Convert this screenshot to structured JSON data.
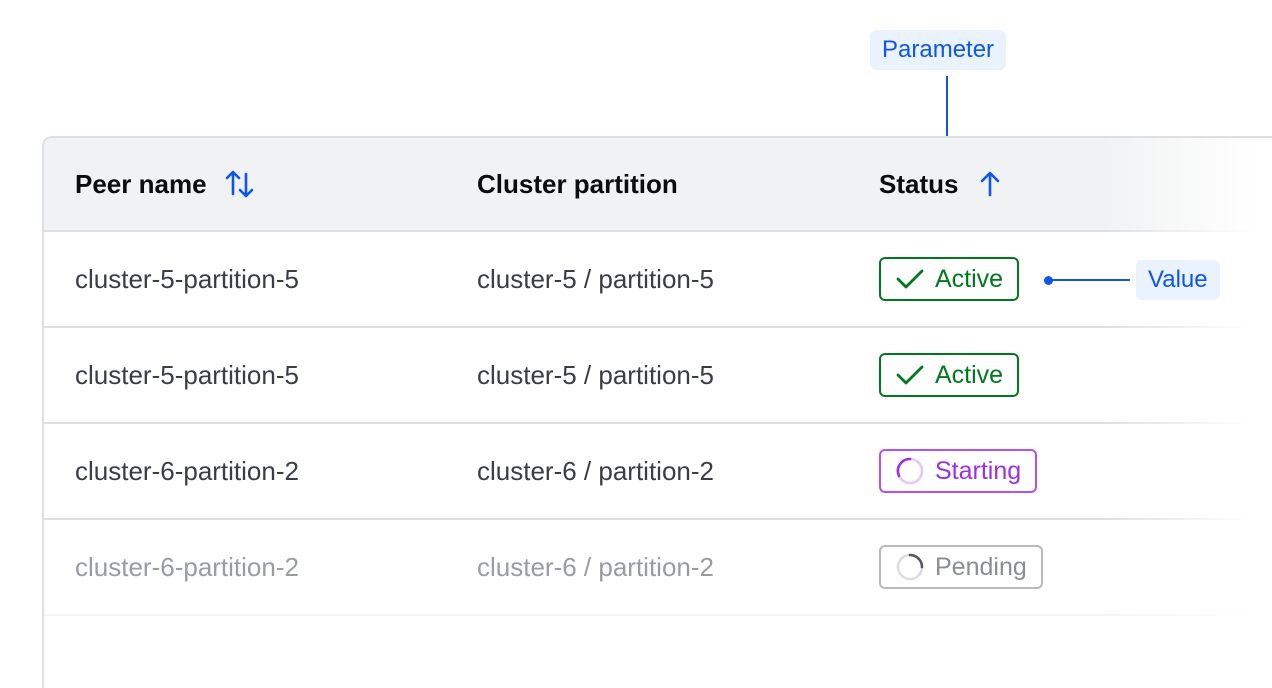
{
  "annotations": {
    "parameter_label": "Parameter",
    "value_label": "Value"
  },
  "colors": {
    "accent_blue": "#0c56e9",
    "active_green": "#00781e",
    "starting_purple": "#9b30e8",
    "pending_gray": "#8b8d94",
    "header_bg": "#f1f2f3",
    "border": "#dedfe3"
  },
  "table": {
    "columns": [
      {
        "label": "Peer name",
        "sort_icon": "sort-arrows-icon"
      },
      {
        "label": "Cluster partition"
      },
      {
        "label": "Status",
        "sort_icon": "arrow-up-icon"
      }
    ],
    "rows": [
      {
        "peer_name": "cluster-5-partition-5",
        "cluster_partition": "cluster-5 / partition-5",
        "status": "Active",
        "status_icon": "check-icon"
      },
      {
        "peer_name": "cluster-5-partition-5",
        "cluster_partition": "cluster-5 / partition-5",
        "status": "Active",
        "status_icon": "check-icon"
      },
      {
        "peer_name": "cluster-6-partition-2",
        "cluster_partition": "cluster-6 / partition-2",
        "status": "Starting",
        "status_icon": "loading-icon"
      },
      {
        "peer_name": "cluster-6-partition-2",
        "cluster_partition": "cluster-6 / partition-2",
        "status": "Pending",
        "status_icon": "loading-icon"
      }
    ]
  }
}
